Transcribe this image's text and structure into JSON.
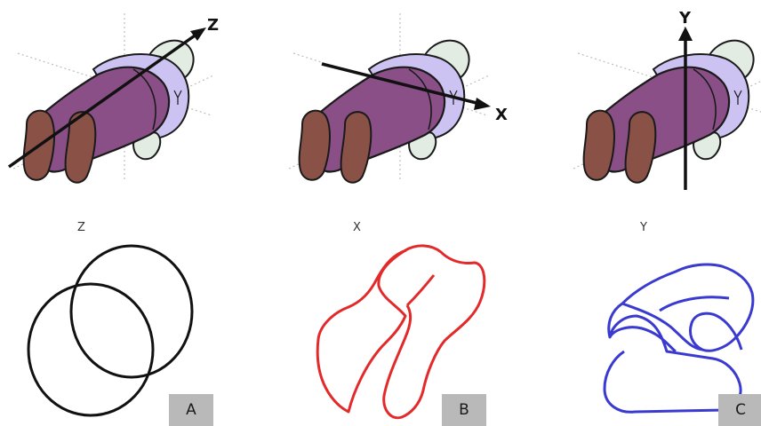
{
  "panels": [
    {
      "id": "z",
      "axis_label": "Z",
      "caption": "Z",
      "tag": "A",
      "curve_color": "#111111"
    },
    {
      "id": "x",
      "axis_label": "X",
      "caption": "X",
      "tag": "B",
      "curve_color": "#e32a2a"
    },
    {
      "id": "y",
      "axis_label": "Y",
      "caption": "Y",
      "tag": "C",
      "curve_color": "#3a3ad0"
    }
  ],
  "colors": {
    "body_purple": "#8a4f86",
    "shirt_lavender": "#cdc3f2",
    "skin_pale": "#e3ece3",
    "feet_brown": "#8a5246",
    "outline": "#1a1a1a",
    "guide_dotted": "#bdbdbd",
    "tag_bg": "#b9b9b9"
  }
}
